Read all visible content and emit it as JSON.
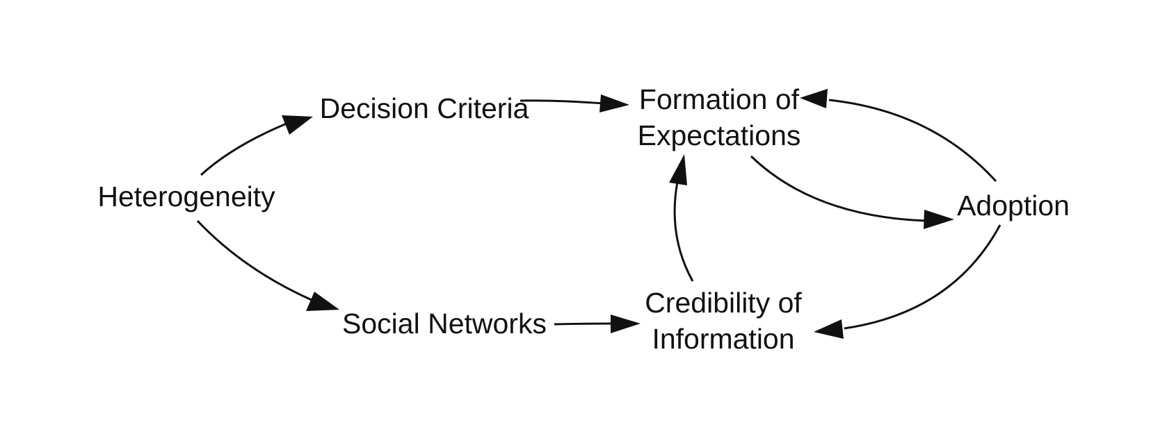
{
  "diagram": {
    "nodes": [
      {
        "id": "heterogeneity",
        "lines": [
          "Heterogeneity"
        ]
      },
      {
        "id": "decision-criteria",
        "lines": [
          "Decision Criteria"
        ]
      },
      {
        "id": "formation",
        "lines": [
          "Formation of",
          "Expectations"
        ]
      },
      {
        "id": "adoption",
        "lines": [
          "Adoption"
        ]
      },
      {
        "id": "social-networks",
        "lines": [
          "Social Networks"
        ]
      },
      {
        "id": "credibility",
        "lines": [
          "Credibility of",
          "Information"
        ]
      }
    ],
    "edges": [
      {
        "from": "heterogeneity",
        "to": "decision-criteria"
      },
      {
        "from": "heterogeneity",
        "to": "social-networks"
      },
      {
        "from": "decision-criteria",
        "to": "formation"
      },
      {
        "from": "social-networks",
        "to": "credibility"
      },
      {
        "from": "credibility",
        "to": "formation"
      },
      {
        "from": "formation",
        "to": "adoption"
      },
      {
        "from": "adoption",
        "to": "formation"
      },
      {
        "from": "adoption",
        "to": "credibility"
      }
    ],
    "colors": {
      "stroke": "#111111",
      "text": "#111111",
      "background": "#ffffff"
    }
  }
}
